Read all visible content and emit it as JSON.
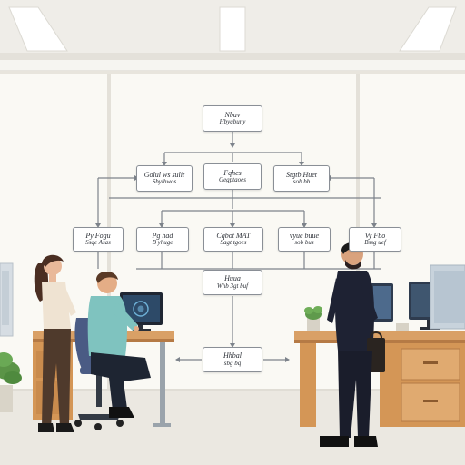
{
  "scene": {
    "palette": {
      "wall": "#f3f1ea",
      "floor": "#eceae4",
      "ceiling": "#efede8",
      "desk_wood": "#d9a066",
      "desk_dark": "#b57a45",
      "monitor": "#2e3b4e",
      "connector": "#7d838b"
    },
    "objects": [
      "ceiling-lights",
      "window-frame",
      "org-chart-board",
      "left-desk",
      "office-chair",
      "seated-man",
      "standing-woman",
      "right-desk",
      "man-in-suit",
      "potted-plant",
      "monitors"
    ]
  },
  "org_chart": {
    "top": {
      "line1": "Nbav",
      "line2": "Hbyabuny"
    },
    "lvl2_a": {
      "line1": "Golul ws sulit",
      "line2": "Sbyibwos"
    },
    "lvl2_b": {
      "line1": "Fqhes",
      "line2": "Gegptaoes"
    },
    "lvl2_c": {
      "line1": "Stgtb Huet",
      "line2": "sob bb"
    },
    "lvl3_a": {
      "line1": "Py Fogu",
      "line2": "Ssqe Asas"
    },
    "lvl3_b": {
      "line1": "Pg had",
      "line2": "B yhuge"
    },
    "lvl3_c": {
      "line1": "Cqbot MAT",
      "line2": "Sagt tgoes"
    },
    "lvl3_d": {
      "line1": "vyue buue",
      "line2": "sob bus"
    },
    "lvl3_e": {
      "line1": "Vy Fbo",
      "line2": "Bssg uef"
    },
    "lvl4": {
      "line1": "Huua",
      "line2": "Whb 3gt buf"
    },
    "bottom": {
      "line1": "Hhbal",
      "line2": "sbg bq"
    }
  }
}
